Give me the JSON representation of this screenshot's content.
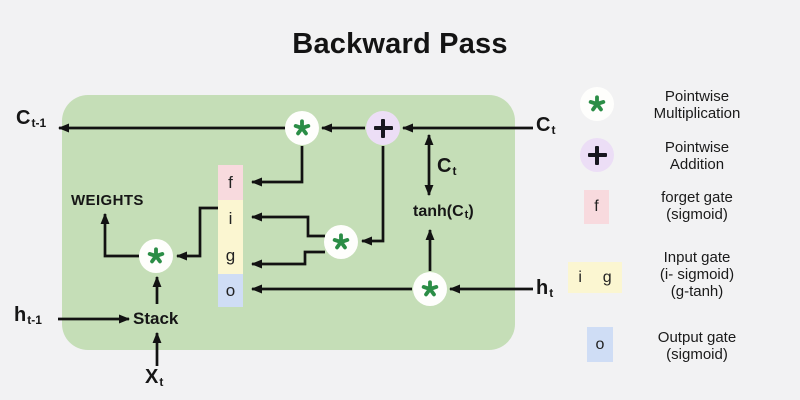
{
  "title": "Backward Pass",
  "colors": {
    "background": "#f2f2f3",
    "panel_green": "#c5deb7",
    "wire": "#121212",
    "multiplication_star": "#2b8d46",
    "addition_circle_bg": "#ecdef6",
    "forget_gate_bg": "#f8dade",
    "input_gate_bg": "#fbf6d1",
    "output_gate_bg": "#cfddf5",
    "node_bg": "#fefefc"
  },
  "diagram": {
    "labels": {
      "c_prev": {
        "base": "C",
        "sub": "t-1"
      },
      "c_t_top": {
        "base": "C",
        "sub": "t"
      },
      "c_t_mid": {
        "base": "C",
        "sub": "t"
      },
      "tanh": {
        "pre": "tanh(C",
        "sub": "t",
        "post": ")"
      },
      "h_t": {
        "base": "h",
        "sub": "t"
      },
      "h_prev": {
        "base": "h",
        "sub": "t-1"
      },
      "x_t": {
        "base": "X",
        "sub": "t"
      },
      "weights": "WEIGHTS",
      "stack": "Stack"
    },
    "gates": [
      {
        "id": "f",
        "label": "f"
      },
      {
        "id": "i",
        "label": "i"
      },
      {
        "id": "g",
        "label": "g"
      },
      {
        "id": "o",
        "label": "o"
      }
    ]
  },
  "legend": {
    "items": [
      {
        "icon": "pointwise-multiplication",
        "lines": [
          "Pointwise",
          "Multiplication"
        ]
      },
      {
        "icon": "pointwise-addition",
        "lines": [
          "Pointwise",
          "Addition"
        ]
      },
      {
        "icon": "forget-gate",
        "symbol": "f",
        "lines": [
          "forget gate",
          "(sigmoid)"
        ]
      },
      {
        "icon": "input-gate",
        "symbol_i": "i",
        "symbol_g": "g",
        "lines": [
          "Input gate",
          "(i- sigmoid)",
          "(g-tanh)"
        ]
      },
      {
        "icon": "output-gate",
        "symbol": "o",
        "lines": [
          "Output gate",
          "(sigmoid)"
        ]
      }
    ]
  }
}
